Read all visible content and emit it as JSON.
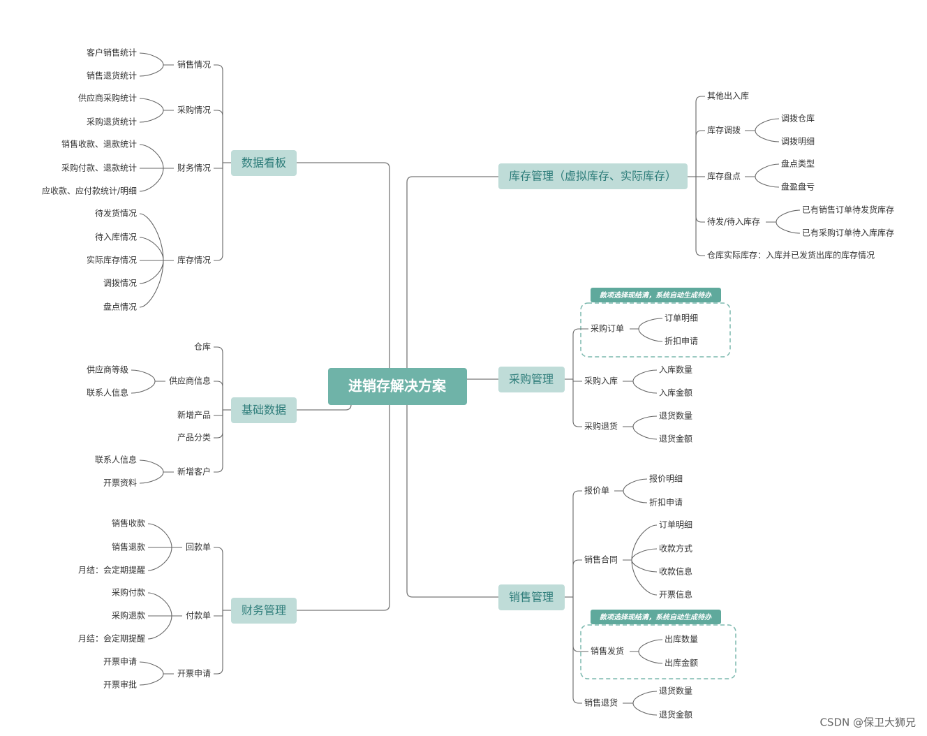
{
  "root": {
    "label": "进销存解决方案"
  },
  "colors": {
    "root_fill": "#6fb3a8",
    "branch_fill": "#bfdcd8",
    "note_fill": "#5fa99c",
    "dash_border": "#7bb8ae"
  },
  "branches": {
    "kanban": {
      "label": "数据看板",
      "children": [
        {
          "label": "销售情况",
          "children": [
            "客户销售统计",
            "销售退货统计"
          ]
        },
        {
          "label": "采购情况",
          "children": [
            "供应商采购统计",
            "采购退货统计"
          ]
        },
        {
          "label": "财务情况",
          "children": [
            "销售收款、退款统计",
            "采购付款、退款统计",
            "应收款、应付款统计/明细"
          ]
        },
        {
          "label": "库存情况",
          "children": [
            "待发货情况",
            "待入库情况",
            "实际库存情况",
            "调拨情况",
            "盘点情况"
          ]
        }
      ]
    },
    "jichu": {
      "label": "基础数据",
      "children": [
        {
          "label": "仓库",
          "children": []
        },
        {
          "label": "供应商信息",
          "children": [
            "供应商等级",
            "联系人信息"
          ]
        },
        {
          "label": "新增产品",
          "children": []
        },
        {
          "label": "产品分类",
          "children": []
        },
        {
          "label": "新增客户",
          "children": [
            "联系人信息",
            "开票资料"
          ]
        }
      ]
    },
    "caiwu": {
      "label": "财务管理",
      "children": [
        {
          "label": "回款单",
          "children": [
            "销售收款",
            "销售退款",
            "月结：会定期提醒"
          ]
        },
        {
          "label": "付款单",
          "children": [
            "采购付款",
            "采购退款",
            "月结：会定期提醒"
          ]
        },
        {
          "label": "开票申请",
          "children": [
            "开票申请",
            "开票审批"
          ]
        }
      ]
    },
    "kucun": {
      "label": "库存管理（虚拟库存、实际库存）",
      "children": [
        {
          "label": "其他出入库",
          "children": []
        },
        {
          "label": "库存调拨",
          "children": [
            "调拨仓库",
            "调拨明细"
          ]
        },
        {
          "label": "库存盘点",
          "children": [
            "盘点类型",
            "盘盈盘亏"
          ]
        },
        {
          "label": "待发/待入库存",
          "children": [
            "已有销售订单待发货库存",
            "已有采购订单待入库库存"
          ]
        },
        {
          "label": "仓库实际库存：入库并已发货出库的库存情况",
          "children": []
        }
      ]
    },
    "caigou": {
      "label": "采购管理",
      "note": "款项选择现结清，系统自动生成待办",
      "children": [
        {
          "label": "采购订单",
          "children": [
            "订单明细",
            "折扣申请"
          ]
        },
        {
          "label": "采购入库",
          "children": [
            "入库数量",
            "入库金额"
          ]
        },
        {
          "label": "采购退货",
          "children": [
            "退货数量",
            "退货金额"
          ]
        }
      ]
    },
    "xiaoshou": {
      "label": "销售管理",
      "note": "款项选择现结清，系统自动生成待办",
      "children": [
        {
          "label": "报价单",
          "children": [
            "报价明细",
            "折扣申请"
          ]
        },
        {
          "label": "销售合同",
          "children": [
            "订单明细",
            "收款方式",
            "收款信息",
            "开票信息"
          ]
        },
        {
          "label": "销售发货",
          "children": [
            "出库数量",
            "出库金额"
          ]
        },
        {
          "label": "销售退货",
          "children": [
            "退货数量",
            "退货金额"
          ]
        }
      ]
    }
  },
  "watermark": "CSDN @保卫大狮兄"
}
